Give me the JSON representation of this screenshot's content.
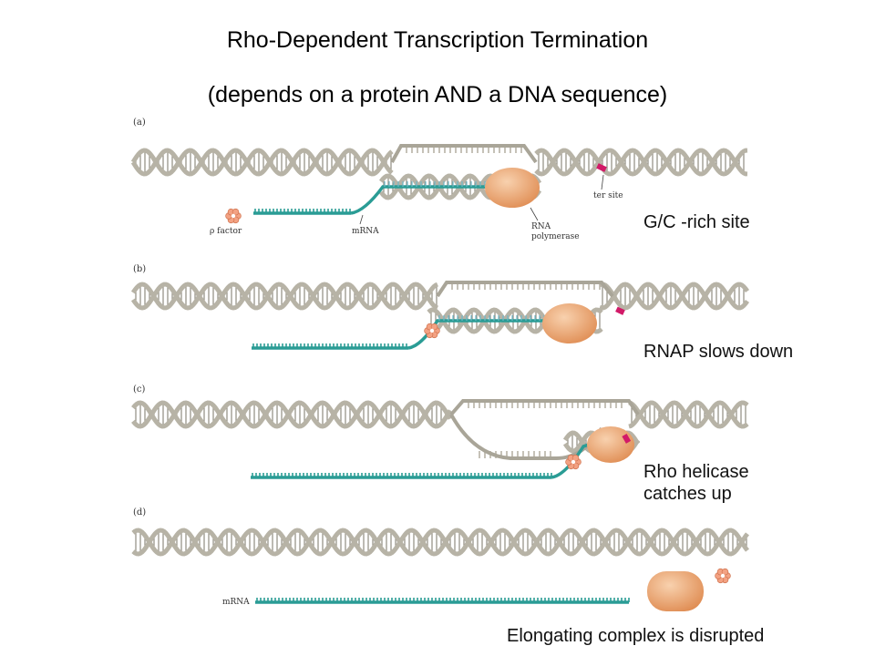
{
  "title": "Rho-Dependent Transcription Termination",
  "subtitle": "(depends on a protein AND a DNA sequence)",
  "panels": [
    {
      "letter": "(a)",
      "caption": "G/C -rich site",
      "labels": {
        "rho": "ρ factor",
        "mrna": "mRNA",
        "rnap_1": "RNA",
        "rnap_2": "polymerase",
        "ter": "ter site"
      }
    },
    {
      "letter": "(b)",
      "caption": "RNAP slows down"
    },
    {
      "letter": "(c)",
      "caption_line1": "Rho helicase",
      "caption_line2": "catches up"
    },
    {
      "letter": "(d)",
      "caption": "Elongating complex is disrupted",
      "labels": {
        "mrna": "mRNA"
      }
    }
  ],
  "colors": {
    "dna": "#b7b3a6",
    "dna_rung": "#8f8b80",
    "rna": "#2a9c95",
    "rna_template": "#6fb9c9",
    "polymerase": "#e7a570",
    "rho": "#f3a283",
    "ter_site": "#d21a68"
  }
}
